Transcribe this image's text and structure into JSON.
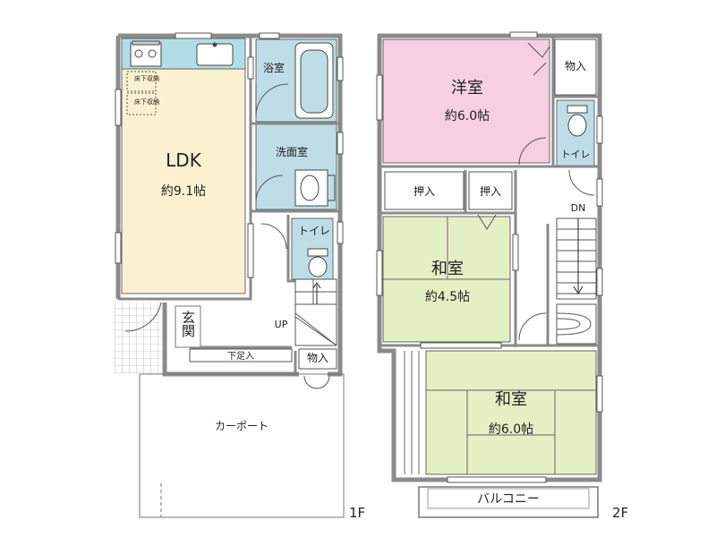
{
  "floor1": {
    "level": "1F",
    "rooms": {
      "ldk": {
        "name": "LDK",
        "size": "約9.1帖"
      },
      "bath": {
        "name": "浴室"
      },
      "washroom": {
        "name": "洗面室"
      },
      "toilet": {
        "name": "トイレ"
      },
      "entrance": {
        "name": "玄関"
      },
      "shoe_storage": {
        "name": "下足入"
      },
      "storage": {
        "name": "物入"
      },
      "underfloor_a": {
        "name": "床下収納"
      },
      "underfloor_b": {
        "name": "床下収納"
      },
      "carport": {
        "name": "カーポート"
      }
    },
    "stair_label": "UP"
  },
  "floor2": {
    "level": "2F",
    "rooms": {
      "western": {
        "name": "洋室",
        "size": "約6.0帖"
      },
      "storage": {
        "name": "物入"
      },
      "toilet": {
        "name": "トイレ"
      },
      "closet_a": {
        "name": "押入"
      },
      "closet_b": {
        "name": "押入"
      },
      "japanese_a": {
        "name": "和室",
        "size": "約4.5帖"
      },
      "japanese_b": {
        "name": "和室",
        "size": "約6.0帖"
      },
      "balcony": {
        "name": "バルコニー"
      }
    },
    "stair_label": "DN"
  },
  "colors": {
    "ldk": "#fbf0cf",
    "water": "#bfdde6",
    "western": "#f6cfe0",
    "tatami": "#e5efc4",
    "wall": "#8a8a8a",
    "line": "#444444",
    "counter": "#b3dde6"
  }
}
